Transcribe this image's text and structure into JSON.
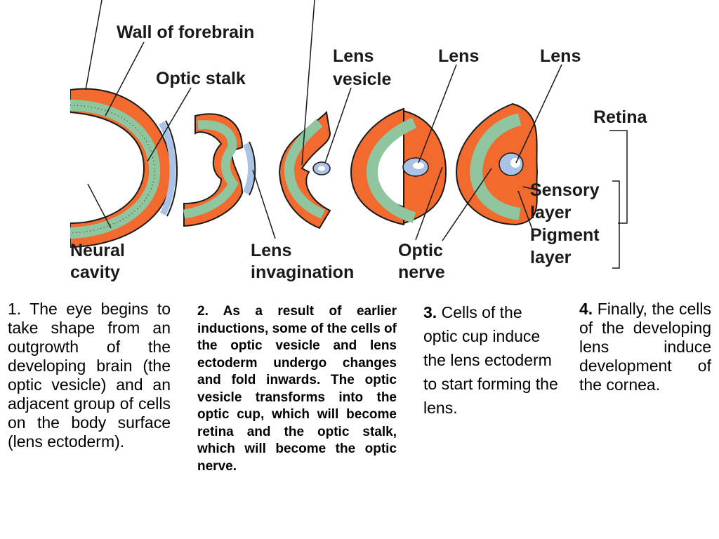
{
  "labels": {
    "wall_of_forebrain": "Wall of forebrain",
    "optic_stalk": "Optic stalk",
    "lens_vesicle_1": "Lens",
    "lens_vesicle_2": "vesicle",
    "lens_a": "Lens",
    "lens_b": "Lens",
    "retina": "Retina",
    "sensory_1": "Sensory",
    "sensory_2": "layer",
    "pigment_1": "Pigment",
    "pigment_2": "layer",
    "neural_1": "Neural",
    "neural_2": "cavity",
    "invag_1": "Lens",
    "invag_2": "invagination",
    "optic_nerve_1": "Optic",
    "optic_nerve_2": "nerve"
  },
  "steps": [
    {
      "number": "1.",
      "text": "The eye begins to take shape from an outgrowth of the developing brain (the optic vesicle) and an adjacent group of cells on the body surface (lens ectoderm)."
    },
    {
      "number": "2.",
      "text": "As a result of earlier inductions, some of the cells of the optic vesicle and lens ectoderm undergo changes and fold inwards. The optic vesicle transforms into the optic cup, which will become retina and the optic stalk, which will become the optic nerve."
    },
    {
      "number": "3.",
      "text": "Cells of the optic cup induce the lens ectoderm to start forming the lens."
    },
    {
      "number": "4.",
      "text": "Finally, the cells of the developing lens induce development of the cornea."
    }
  ],
  "colors": {
    "tissue": "#f26a2e",
    "neural_layer": "#8fc69f",
    "ectoderm": "#a9c2e6",
    "outline": "#1a1a1a"
  }
}
